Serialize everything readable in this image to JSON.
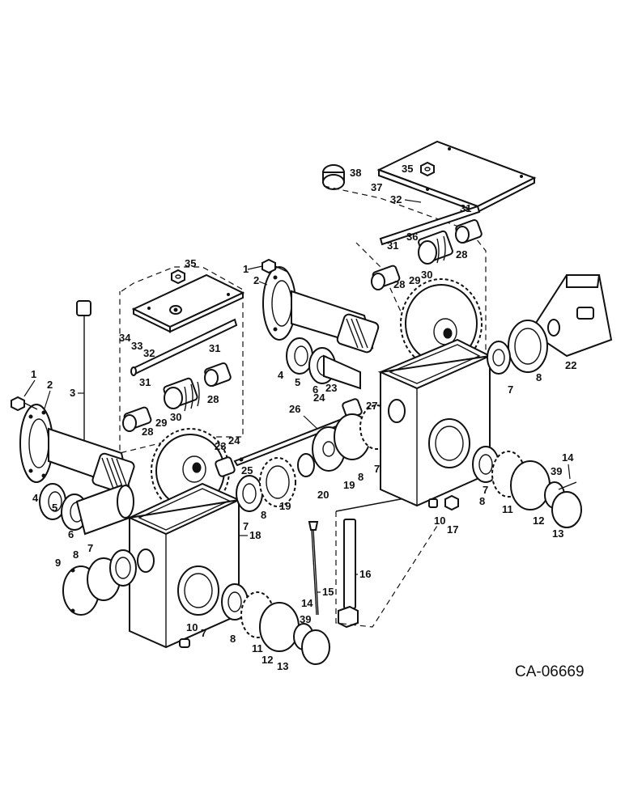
{
  "drawing_id": "CA-06669",
  "callouts": {
    "c1a": "1",
    "c2a": "2",
    "c3": "3",
    "c4a": "4",
    "c5a": "5",
    "c6a": "6",
    "c7a": "7",
    "c8a": "8",
    "c9": "9",
    "c28a": "28",
    "c29a": "29",
    "c30a": "30",
    "c31a": "31",
    "c31b": "31",
    "c32a": "32",
    "c33": "33",
    "c34": "34",
    "c35a": "35",
    "c18": "18",
    "c7b": "7",
    "c8b": "8",
    "c10a": "10",
    "c7c": "7",
    "c8c": "8",
    "c11a": "11",
    "c12a": "12",
    "c13a": "13",
    "c39a": "39",
    "c14a": "14",
    "c15": "15",
    "c16": "16",
    "c23a": "23",
    "c24a": "24",
    "c25": "25",
    "c19a": "19",
    "c20": "20",
    "c19b": "19",
    "c26": "26",
    "c1b": "1",
    "c2b": "2",
    "c4b": "4",
    "c5b": "5",
    "c6b": "6",
    "c23b": "23",
    "c24b": "24",
    "c27": "27",
    "c8d": "8",
    "c7d": "7",
    "c38": "38",
    "c35b": "35",
    "c37": "37",
    "c32b": "32",
    "c31c": "31",
    "c36": "36",
    "c31d": "31",
    "c28b": "28",
    "c28c": "28",
    "c29b": "29",
    "c30b": "30",
    "c22": "22",
    "c8e": "8",
    "c7e": "7",
    "c7f": "7",
    "c8f": "8",
    "c11b": "11",
    "c12b": "12",
    "c13b": "13",
    "c39b": "39",
    "c14b": "14",
    "c10b": "10",
    "c17": "17"
  }
}
